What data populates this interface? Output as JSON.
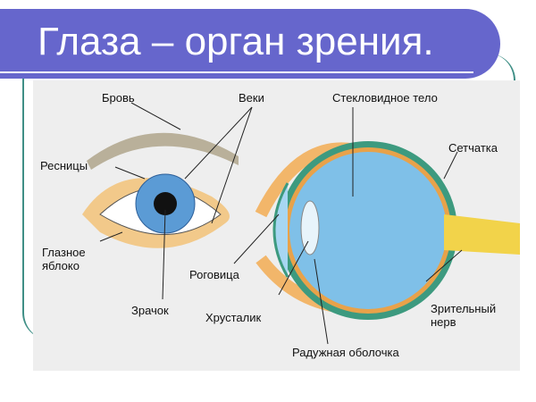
{
  "slide": {
    "title": "Глаза – орган зрения.",
    "title_bar_color": "#6666cc",
    "accent_line_color": "#3f8f86"
  },
  "diagram": {
    "labels": {
      "eyebrow": "Бровь",
      "eyelids": "Веки",
      "vitreous": "Стекловидное тело",
      "eyelashes": "Ресницы",
      "retina": "Сетчатка",
      "eyeball": "Глазное\nяблоко",
      "cornea": "Роговица",
      "pupil": "Зрачок",
      "lens": "Хрусталик",
      "optic_nerve": "Зрительный\nнерв",
      "iris": "Радужная оболочка"
    }
  }
}
